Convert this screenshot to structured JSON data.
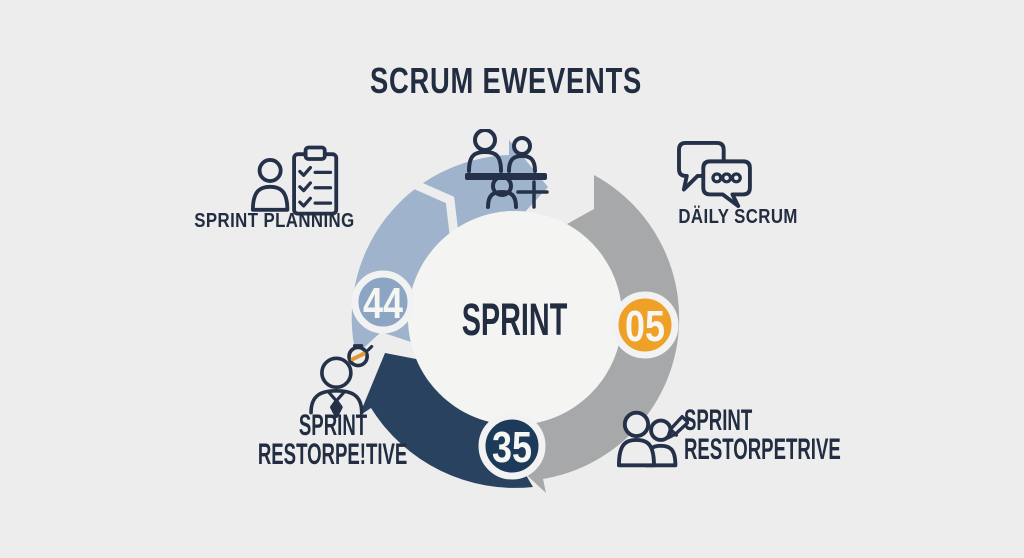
{
  "title": "SCRUM EWEVENTS",
  "colors": {
    "background": "#ecedec",
    "heading_text": "#222d42",
    "icon_stroke": "#243149",
    "inner_circle": "#f4f4f3",
    "badge_ring": "#f1f2f1",
    "badge_number": "#f6f6f3",
    "stopwatch_accent": "#e19a35"
  },
  "diagram": {
    "center_label": "SPRINT",
    "center_icon": "meeting-table-icon",
    "arcs": [
      {
        "name": "sprint-planning-arc",
        "color": "#9fb3cc"
      },
      {
        "name": "daily-scrum-arc",
        "color": "#a7a8aa"
      },
      {
        "name": "retrospective-arc",
        "color": "#284260"
      }
    ],
    "badges": [
      {
        "value": "44",
        "color": "#8ba5c3",
        "position": "left"
      },
      {
        "value": "05",
        "color": "#efa127",
        "position": "right"
      },
      {
        "value": "35",
        "color": "#1d3a5b",
        "position": "bottom"
      }
    ]
  },
  "events": [
    {
      "name": "sprint-planning",
      "icon": "person-checklist-icon",
      "lines": [
        "SPRINT PLANNING"
      ]
    },
    {
      "name": "daily-scrum",
      "icon": "chat-bubbles-icon",
      "lines": [
        "DÄILY SCRUM"
      ]
    },
    {
      "name": "sprint-retrospective-left",
      "icon": "stopwatch-person-icon",
      "lines": [
        "SPRINT",
        "RESTORPE!TIVE"
      ]
    },
    {
      "name": "sprint-retrospective-right",
      "icon": "team-pencil-icon",
      "lines": [
        "SPRINT",
        "RESTORPETRIVE"
      ]
    }
  ]
}
